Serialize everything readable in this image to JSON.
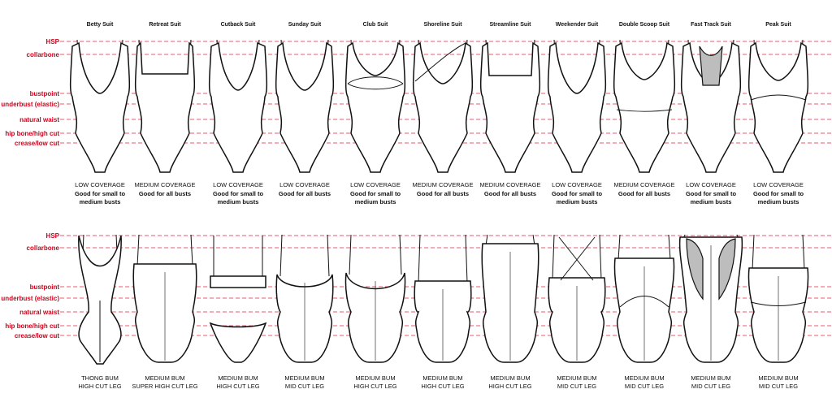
{
  "guides": [
    "HSP",
    "collarbone",
    "bustpoint",
    "underbust (elastic)",
    "natural waist",
    "hip bone/high cut",
    "crease/low cut"
  ],
  "suits": [
    {
      "name": "Betty Suit",
      "coverage": "LOW COVERAGE",
      "fit": [
        "Good for small to",
        "medium busts"
      ],
      "rear": [
        "THONG BUM",
        "HIGH CUT LEG"
      ]
    },
    {
      "name": "Retreat Suit",
      "coverage": "MEDIUM COVERAGE",
      "fit": [
        "Good for all busts"
      ],
      "rear": [
        "MEDIUM BUM",
        "SUPER HIGH CUT LEG"
      ]
    },
    {
      "name": "Cutback Suit",
      "coverage": "LOW COVERAGE",
      "fit": [
        "Good for small to",
        "medium busts"
      ],
      "rear": [
        "MEDIUM BUM",
        "HIGH CUT LEG"
      ]
    },
    {
      "name": "Sunday Suit",
      "coverage": "LOW COVERAGE",
      "fit": [
        "Good for all busts"
      ],
      "rear": [
        "MEDIUM BUM",
        "MID CUT LEG"
      ]
    },
    {
      "name": "Club Suit",
      "coverage": "LOW COVERAGE",
      "fit": [
        "Good for small to",
        "medium busts"
      ],
      "rear": [
        "MEDIUM BUM",
        "HIGH CUT LEG"
      ]
    },
    {
      "name": "Shoreline Suit",
      "coverage": "MEDIUM COVERAGE",
      "fit": [
        "Good for all busts"
      ],
      "rear": [
        "MEDIUM BUM",
        "HIGH CUT LEG"
      ]
    },
    {
      "name": "Streamline Suit",
      "coverage": "MEDIUM COVERAGE",
      "fit": [
        "Good for all busts"
      ],
      "rear": [
        "MEDIUM BUM",
        "HIGH CUT LEG"
      ]
    },
    {
      "name": "Weekender Suit",
      "coverage": "LOW COVERAGE",
      "fit": [
        "Good for small to",
        "medium busts"
      ],
      "rear": [
        "MEDIUM BUM",
        "MID CUT LEG"
      ]
    },
    {
      "name": "Double Scoop Suit",
      "coverage": "MEDIUM COVERAGE",
      "fit": [
        "Good for all busts"
      ],
      "rear": [
        "MEDIUM BUM",
        "MID CUT LEG"
      ]
    },
    {
      "name": "Fast Track Suit",
      "coverage": "LOW COVERAGE",
      "fit": [
        "Good for small to",
        "medium busts"
      ],
      "rear": [
        "MEDIUM BUM",
        "MID CUT LEG"
      ]
    },
    {
      "name": "Peak Suit",
      "coverage": "LOW COVERAGE",
      "fit": [
        "Good for small to",
        "medium busts"
      ],
      "rear": [
        "MEDIUM BUM",
        "MID CUT LEG"
      ]
    }
  ],
  "colors": {
    "guide": "#d0021b",
    "outline": "#111111",
    "mesh": "#bdbdbd"
  }
}
